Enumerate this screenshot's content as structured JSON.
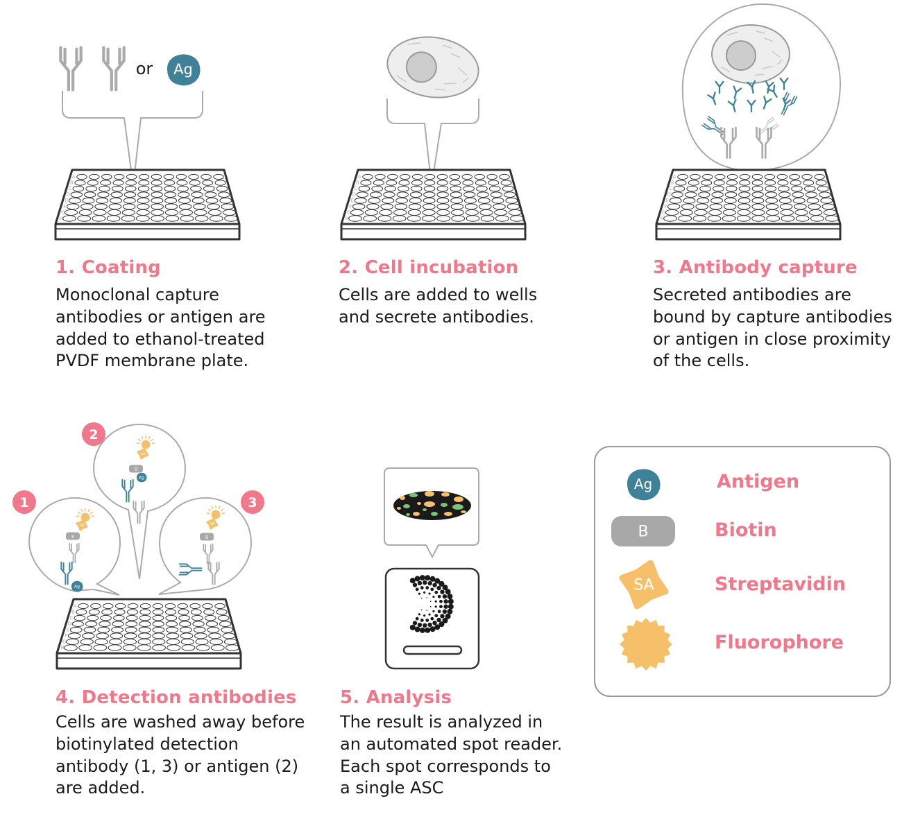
{
  "steps": [
    {
      "title": "1. Coating",
      "description": "Monoclonal capture\nantibodies or antigen are\nadded to ethanol-treated\nPVDF membrane plate.",
      "or_label": "or",
      "antigen_label": "Ag"
    },
    {
      "title": "2. Cell incubation",
      "description": "Cells are added to wells\nand secrete antibodies."
    },
    {
      "title": "3. Antibody capture",
      "description": "Secreted antibodies are\nbound by capture antibodies\nor antigen in close proximity\nof the cells."
    },
    {
      "title": "4. Detection antibodies",
      "description": "Cells are washed away before\nbiotinylated detection\nantibody (1, 3) or antigen (2)\nare added.",
      "variants": [
        "1",
        "2",
        "3"
      ],
      "biotin_label": "B",
      "antigen_label": "Ag",
      "sa_label": "SA"
    },
    {
      "title": "5. Analysis",
      "description": "The result is analyzed in\nan automated spot reader.\nEach spot corresponds to\na single ASC"
    }
  ],
  "plate_row_letters": [
    "A",
    "B",
    "C",
    "D",
    "E",
    "F",
    "G",
    "H"
  ],
  "legend": {
    "items": [
      {
        "symbol_text": "Ag",
        "label": "Antigen"
      },
      {
        "symbol_text": "B",
        "label": "Biotin"
      },
      {
        "symbol_text": "SA",
        "label": "Streptavidin"
      },
      {
        "symbol_text": "",
        "label": "Fluorophore"
      }
    ]
  },
  "colors": {
    "accent_pink": "#f0788a",
    "antigen_teal": "#3f8298",
    "biotin_gray": "#a8a8a8",
    "streptavidin_orange": "#f6c06b",
    "spot_green": "#7ec27a",
    "outline_gray": "#aaaaaa",
    "plate_outline": "#333333"
  },
  "icons": {
    "antibody": "antibody-icon",
    "antigen": "antigen-icon",
    "cell": "cell-icon",
    "biotin": "biotin-icon",
    "streptavidin": "streptavidin-icon",
    "fluorophore": "fluorophore-icon",
    "plate": "microplate-icon",
    "reader": "spot-reader-icon"
  }
}
